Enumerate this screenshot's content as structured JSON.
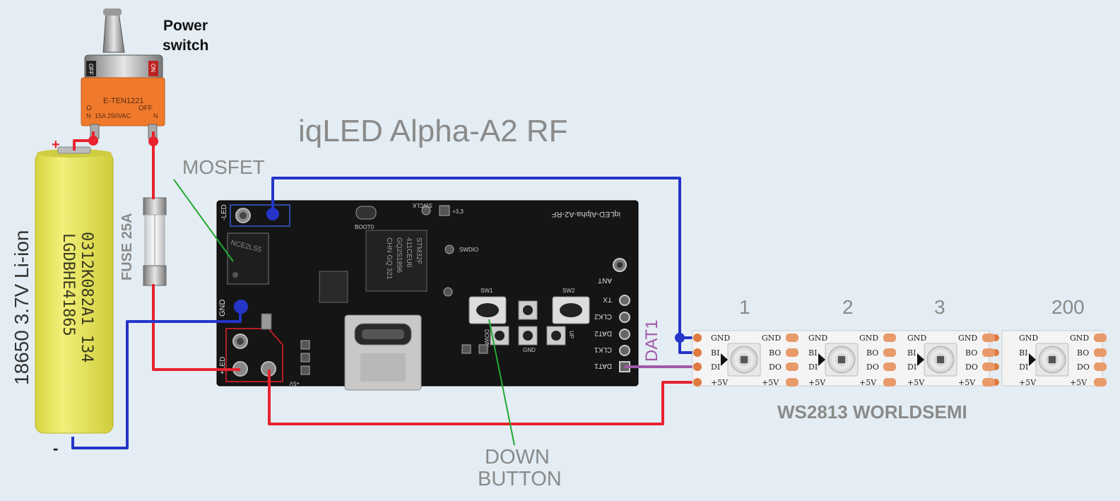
{
  "title": "iqLED Alpha-A2 RF",
  "labels": {
    "power_switch_1": "Power",
    "power_switch_2": "switch",
    "mosfet": "MOSFET",
    "fuse": "FUSE 25A",
    "battery": "18650 3.7V Li-ion",
    "down_button_1": "DOWN",
    "down_button_2": "BUTTON",
    "dat1": "DAT1",
    "strip": "WS2813 WORLDSEMI",
    "plus": "+",
    "minus": "-"
  },
  "switch": {
    "model": "E-TEN1221",
    "off": "OFF",
    "on": "ON",
    "o": "O",
    "n_left": "N",
    "rating": "15A 250VAC",
    "n_right": "N"
  },
  "battery_print": {
    "line1": "LGDBHE41865",
    "line2": "0312K082A1  134"
  },
  "board": {
    "silkscreen_name": "iqLED-Alpha-A2-RF",
    "chip_lines": [
      "STM32F",
      "411CEU6",
      "GQ2S1896",
      "CHN GQ 321"
    ],
    "mosfet_chip": "NCE2LS5",
    "pins": [
      "ANT",
      "TX",
      "CLK2",
      "DAT2",
      "CLK1",
      "DAT1"
    ],
    "minus_led": "-LED",
    "plus_led": "+LED",
    "gnd": "GND",
    "boot": "BOOT0",
    "swd": "SWDIO",
    "swclk": "SWCLK",
    "v33": "+3,3",
    "sw1": "SW1",
    "sw2": "SW2",
    "up": "UP",
    "down": "DOWN",
    "v5": "+5V"
  },
  "leds": [
    {
      "index": "1"
    },
    {
      "index": "2"
    },
    {
      "index": "3"
    },
    {
      "index": "200"
    }
  ],
  "led_pins": {
    "gnd": "GND",
    "bi": "BI",
    "di": "DI",
    "v5": "+5V",
    "bo": "BO",
    "do": "DO"
  },
  "colors": {
    "background": "#e4edf3",
    "wire_positive": "#e8222f",
    "wire_negative": "#2435c8",
    "wire_data": "#a05aa8",
    "arrow": "#22aa33",
    "label_gray": "#8a8a8a",
    "battery": "#e8e65a",
    "switch_body": "#f07a2c",
    "board": "#151515",
    "strip": "#f4f4f4"
  }
}
